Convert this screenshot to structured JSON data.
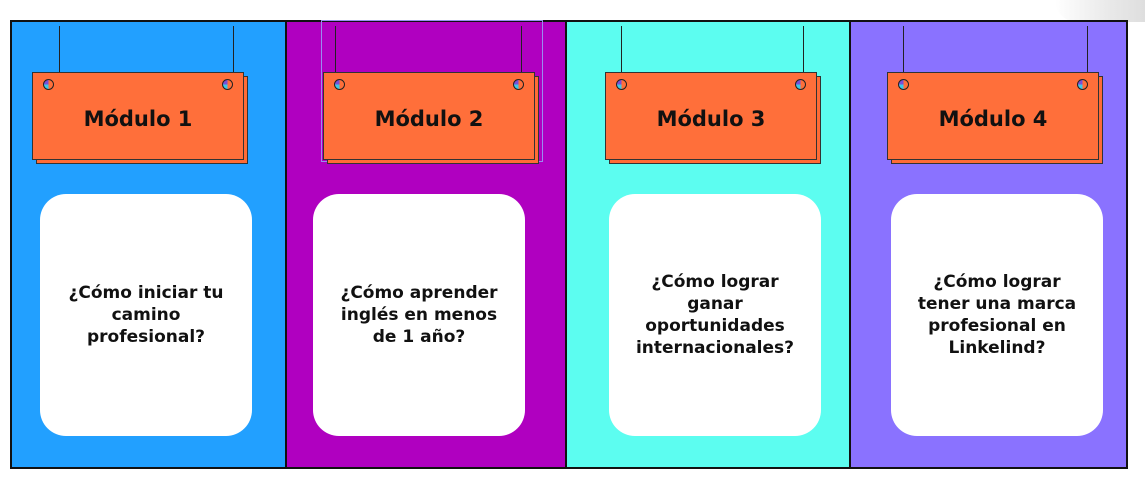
{
  "colors": {
    "panel_1": "#22a0ff",
    "panel_2": "#b000c0",
    "panel_3": "#5cfdf0",
    "panel_4": "#8a72ff",
    "sign": "#ff6f3a",
    "card": "#ffffff",
    "border": "#111111"
  },
  "modules": [
    {
      "title": "Módulo 1",
      "question": "¿Cómo iniciar tu camino profesional?"
    },
    {
      "title": "Módulo 2",
      "question": "¿Cómo aprender inglés en menos de 1 año?"
    },
    {
      "title": "Módulo 3",
      "question": "¿Cómo lograr ganar oportunidades internacionales?"
    },
    {
      "title": "Módulo 4",
      "question": "¿Cómo lograr tener una marca profesional en Linkelind?"
    }
  ]
}
